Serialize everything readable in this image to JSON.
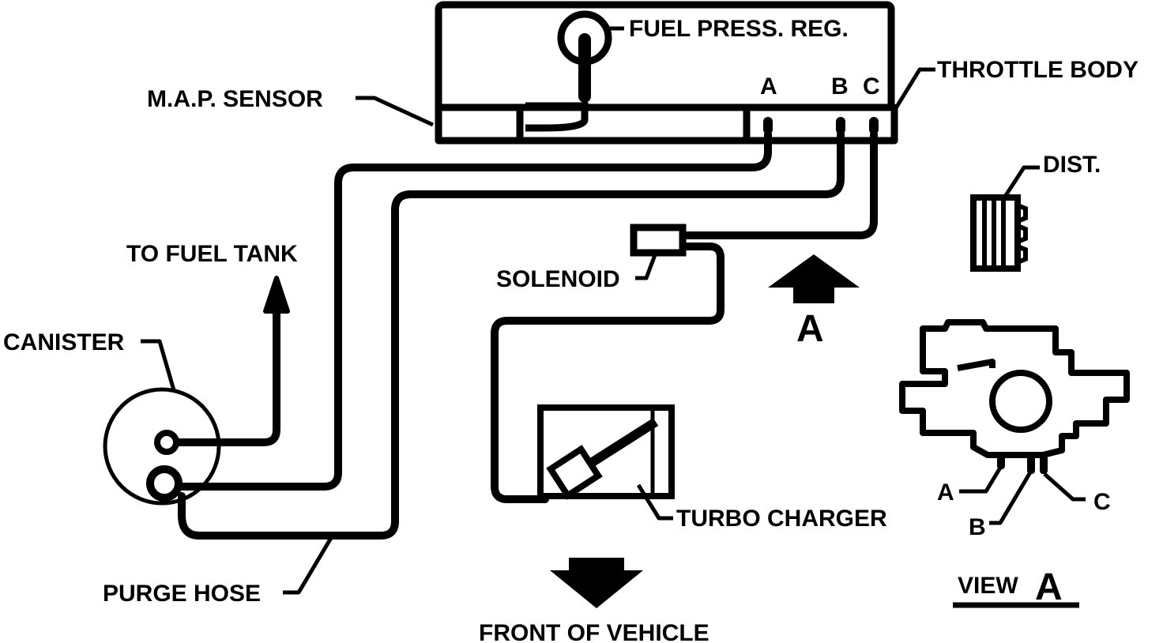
{
  "labels": {
    "fuel_press_reg": "FUEL PRESS. REG.",
    "map_sensor": "M.A.P. SENSOR",
    "throttle_body": "THROTTLE BODY",
    "dist": "DIST.",
    "to_fuel_tank": "TO FUEL TANK",
    "canister": "CANISTER",
    "solenoid": "SOLENOID",
    "turbo_charger": "TURBO CHARGER",
    "purge_hose": "PURGE HOSE",
    "front_of_vehicle": "FRONT OF VEHICLE",
    "view": "VIEW",
    "view_letter": "A",
    "arrow_letter": "A"
  },
  "ports": {
    "top_a": "A",
    "top_b": "B",
    "top_c": "C",
    "view_a": "A",
    "view_b": "B",
    "view_c": "C"
  },
  "colors": {
    "ink": "#000000",
    "paper": "#ffffff"
  }
}
